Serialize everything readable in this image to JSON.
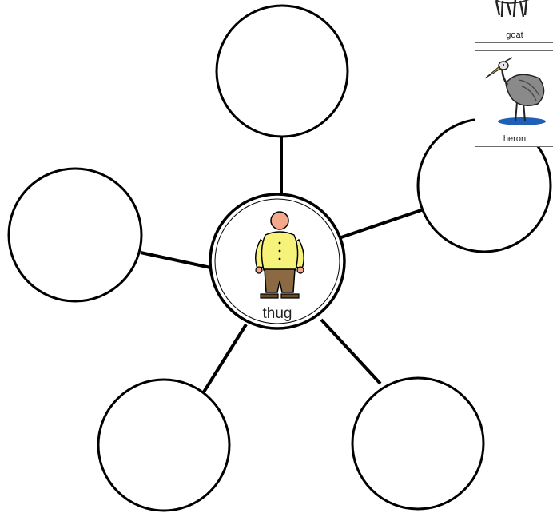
{
  "center": {
    "label": "thug",
    "icon": "thug-person-icon"
  },
  "spokes": [
    {
      "id": "top",
      "text": ""
    },
    {
      "id": "right",
      "text": ""
    },
    {
      "id": "left",
      "text": ""
    },
    {
      "id": "bottom-left",
      "text": ""
    },
    {
      "id": "bottom-right",
      "text": ""
    }
  ],
  "cards": [
    {
      "label": "goat",
      "icon": "goat-icon"
    },
    {
      "label": "heron",
      "icon": "heron-icon"
    }
  ],
  "colors": {
    "stroke": "#000000",
    "shirt": "#f7f27a",
    "pants": "#8b6a43",
    "skin": "#f4a98a",
    "heron_water": "#1f5fb8"
  }
}
